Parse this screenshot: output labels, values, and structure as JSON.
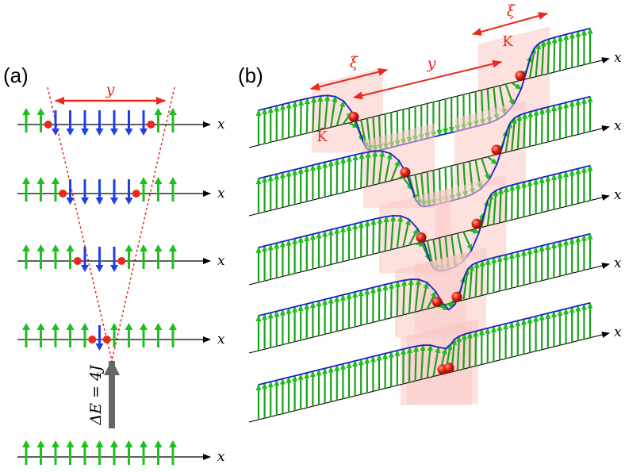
{
  "panel_a": {
    "label": "(a)",
    "axis_label": "x",
    "width_label": "y",
    "energy_label": "ΔE = 4J",
    "rows": [
      {
        "down_count": 7
      },
      {
        "down_count": 5
      },
      {
        "down_count": 3
      },
      {
        "down_count": 1
      },
      {
        "down_count": 0
      }
    ]
  },
  "panel_b": {
    "label": "(b)",
    "axis_label": "x",
    "xi_label": "ξ",
    "y_label": "y",
    "k_label": "K",
    "kbar_label": "K̄",
    "strip_count": 5
  },
  "colors": {
    "up_spin": "#1fbf1f",
    "down_spin": "#1f3fe6",
    "defect": "#e8291c",
    "envelope": "#2020c8",
    "guide": "#e8291c",
    "arrow_gray": "#666666",
    "shade": "#f9c9c4"
  }
}
